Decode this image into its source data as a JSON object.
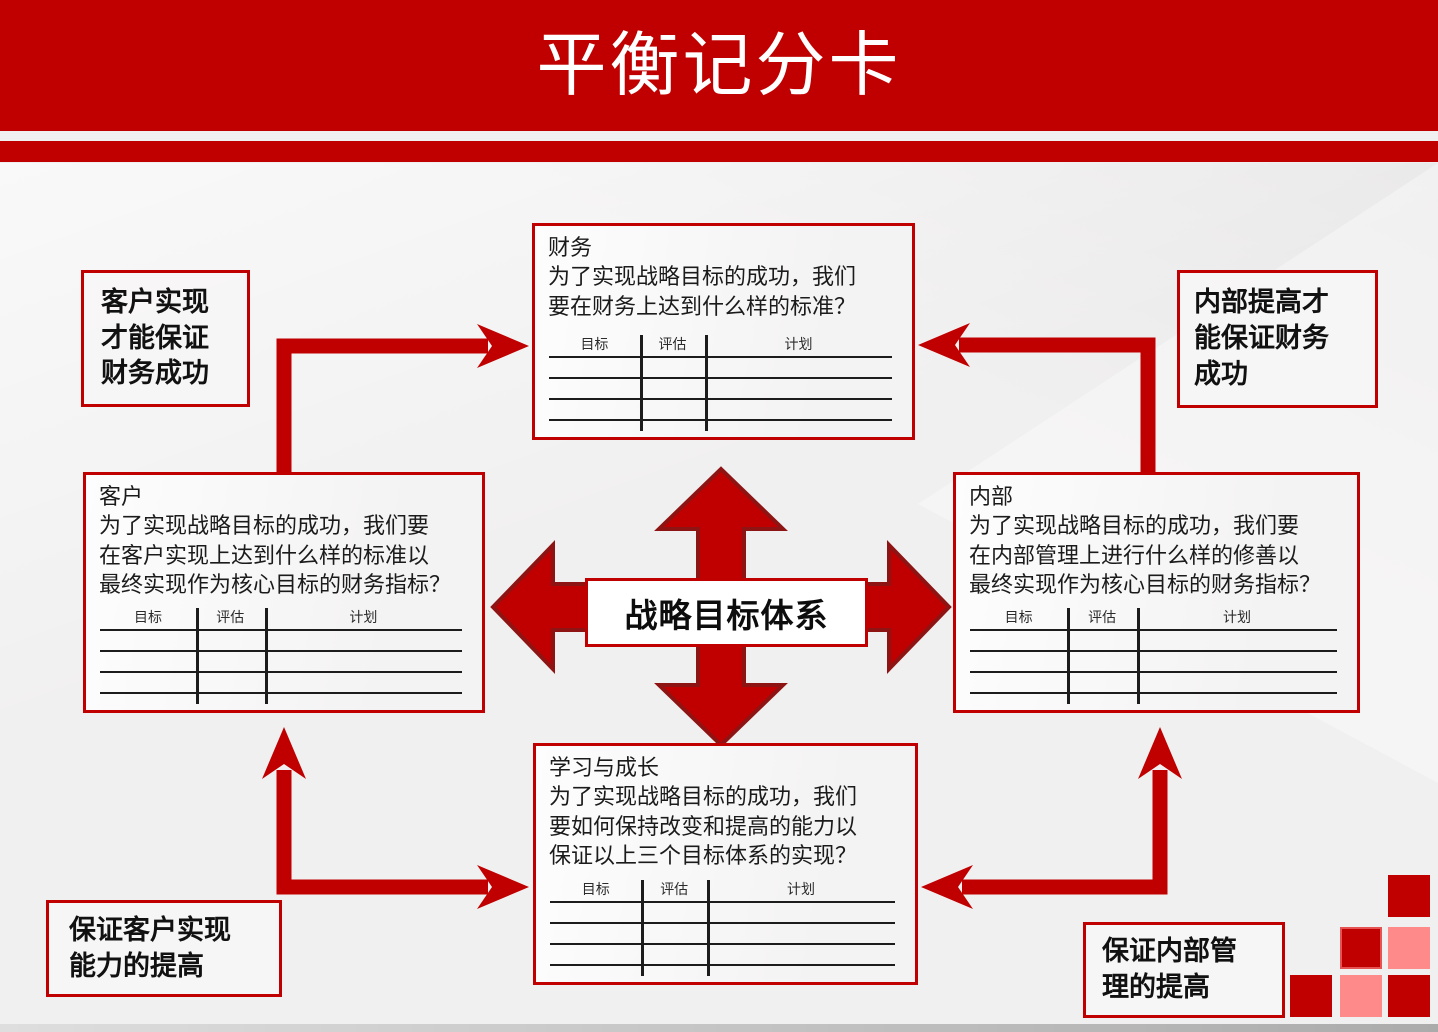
{
  "title": "平衡记分卡",
  "center_label": "战略目标体系",
  "table_headers": [
    "目标",
    "评估",
    "计划"
  ],
  "panels": {
    "finance": {
      "title": "财务",
      "body": "为了实现战略目标的成功，我们\n要在财务上达到什么样的标准？"
    },
    "customer": {
      "title": "客户",
      "body": "为了实现战略目标的成功，我们要\n在客户实现上达到什么样的标准以\n最终实现作为核心目标的财务指标？"
    },
    "internal": {
      "title": "内部",
      "body": "为了实现战略目标的成功，我们要\n在内部管理上进行什么样的修善以\n最终实现作为核心目标的财务指标？"
    },
    "learning": {
      "title": "学习与成长",
      "body": "为了实现战略目标的成功，我们\n要如何保持改变和提高的能力以\n保证以上三个目标体系的实现？"
    }
  },
  "corner_labels": {
    "top_left": "客户实现\n才能保证\n财务成功",
    "top_right": "内部提高才\n能保证财务\n成功",
    "bottom_left": "保证客户实现\n能力的提高",
    "bottom_right": "保证内部管\n理的提高"
  },
  "colors": {
    "primary_red": "#c00000",
    "arrow_outline": "#8e1414",
    "light_red": "#ff8a8a",
    "background": "#f1f0f0",
    "bottom_bar": "#ababab"
  }
}
